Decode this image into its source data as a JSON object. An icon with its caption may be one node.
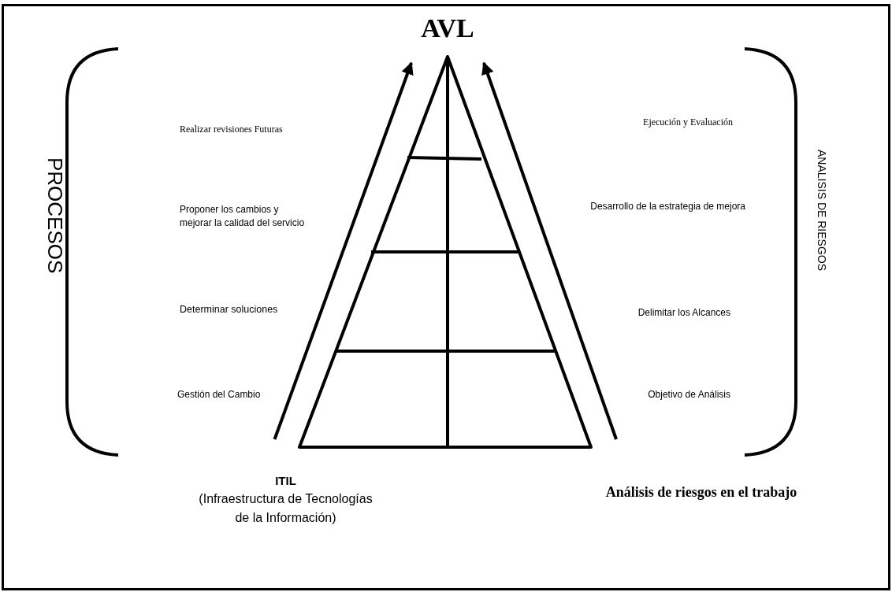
{
  "diagram": {
    "nodes": [
      {
        "text": [
          "AVL"
        ]
      },
      {
        "text": [
          "ITIL",
          "(Infraestructura de Tecnologías de la Información)"
        ]
      },
      {
        "text": [
          "Análisis de riesgos en el trabajo"
        ]
      }
    ],
    "edges": [
      {
        "from": 1,
        "to": 0,
        "arrow": "to"
      },
      {
        "from": 2,
        "to": 0,
        "arrow": "to"
      }
    ],
    "labels": [
      "PROCESOS",
      "ANALISIS DE RIESGOS",
      "Realizar revisiones Futuras",
      "Ejecución y Evaluación",
      "Proponer los cambios  y mejorar la calidad del servicio",
      "Desarrollo de la estrategia de mejora",
      "Determinar soluciones",
      "Delimitar los Alcances",
      "Gestión del Cambio",
      "Objetivo de Análisis"
    ]
  }
}
